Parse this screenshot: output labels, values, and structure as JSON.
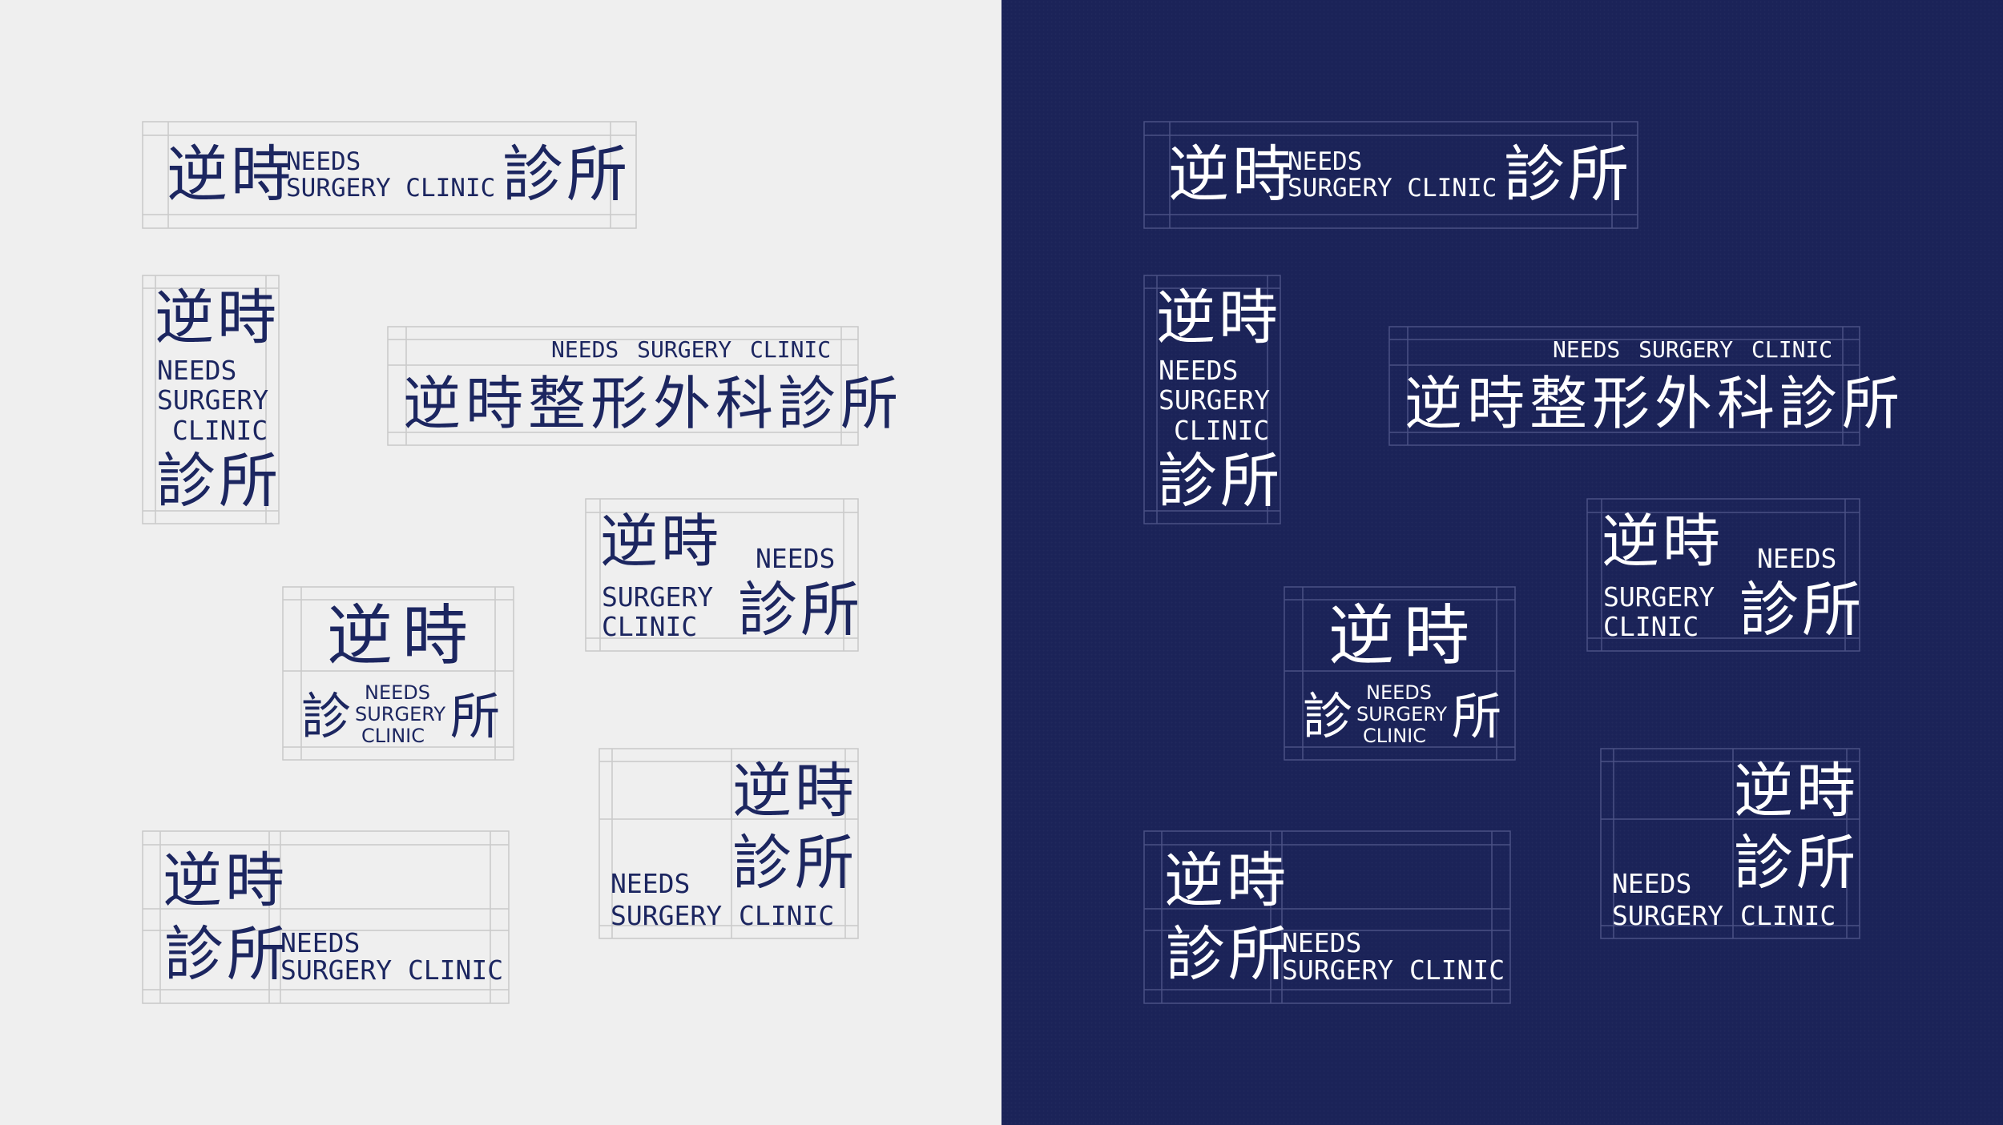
{
  "logo": {
    "kanji_top": "逆時",
    "kanji_bottom": "診所",
    "kanji_full": "逆時整形外科診所",
    "kanji_top_1": "逆",
    "kanji_top_2": "時",
    "kanji_bottom_1": "診",
    "kanji_bottom_2": "所",
    "en_needs": "NEEDS",
    "en_surgery": "SURGERY",
    "en_clinic": "CLINIC",
    "en_surgery_clinic": "SURGERY CLINIC",
    "en_full": "NEEDS SURGERY CLINIC"
  },
  "colors": {
    "light_background": "#efefef",
    "dark_background": "#1b2358",
    "logo_navy": "#1c2660",
    "logo_white": "#ffffff"
  }
}
